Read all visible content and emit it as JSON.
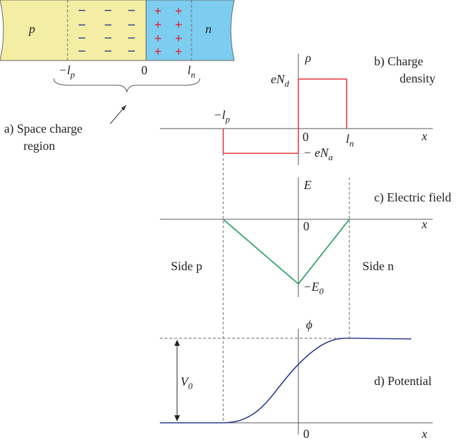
{
  "junction": {
    "p_label": "p",
    "n_label": "n",
    "minus_signs": [
      "−",
      "−",
      "−",
      "−",
      "−",
      "−",
      "−",
      "−",
      "−",
      "−",
      "−",
      "−"
    ],
    "plus_signs": [
      "+",
      "+",
      "+",
      "+",
      "+",
      "+",
      "+",
      "+"
    ],
    "tick_lp_prefix": "−l",
    "tick_lp_sub": "p",
    "tick_zero": "0",
    "tick_ln_main": "l",
    "tick_ln_sub": "n",
    "caption_line1": "a) Space charge",
    "caption_line2": "region",
    "colors": {
      "p_region": "#f3eea3",
      "n_region": "#7ccdf0",
      "minus": "#2b3a8c",
      "plus": "#e0202a"
    }
  },
  "charge_density": {
    "caption_line1": "b)  Charge",
    "caption_line2": "density",
    "axis_symbol": "ρ",
    "x_symbol": "x",
    "zero": "0",
    "eNd_main": "eN",
    "eNd_sub": "d",
    "eNa_main": "− eN",
    "eNa_sub": "a",
    "lp_prefix": "−l",
    "lp_sub": "p",
    "ln_main": "l",
    "ln_sub": "n",
    "color": "#e0303a"
  },
  "electric_field": {
    "caption": "c) Electric field",
    "axis_symbol": "E",
    "x_symbol": "x",
    "zero": "0",
    "e0_main": "−E",
    "e0_sub": "0",
    "side_p": "Side p",
    "side_n": "Side n",
    "color": "#1e9a5a"
  },
  "potential": {
    "caption": "d) Potential",
    "axis_symbol": "ϕ",
    "x_symbol": "x",
    "zero": "0",
    "v0_main": "V",
    "v0_sub": "0",
    "color": "#2b3a8c"
  }
}
